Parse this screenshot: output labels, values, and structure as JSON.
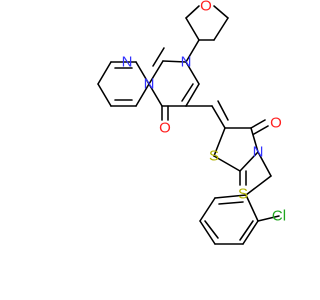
{
  "molecule": {
    "atoms": {
      "n_pyridine": {
        "label": "N",
        "color": "#3232ff"
      },
      "n_ring_junction": {
        "label": "N",
        "color": "#3232ff"
      },
      "n_morpholine": {
        "label": "N",
        "color": "#3232ff"
      },
      "o_morpholine": {
        "label": "O",
        "color": "#ff2020"
      },
      "o_pyridopyrimidinone": {
        "label": "O",
        "color": "#ff2020"
      },
      "o_thiazolidinone": {
        "label": "O",
        "color": "#ff2020"
      },
      "s_ring": {
        "label": "S",
        "color": "#b2b200"
      },
      "s_thione": {
        "label": "S",
        "color": "#b2b200"
      },
      "n_thiazolidinone": {
        "label": "N",
        "color": "#3232ff"
      },
      "cl_substituent": {
        "label": "Cl",
        "color": "#1fa51f"
      }
    }
  }
}
